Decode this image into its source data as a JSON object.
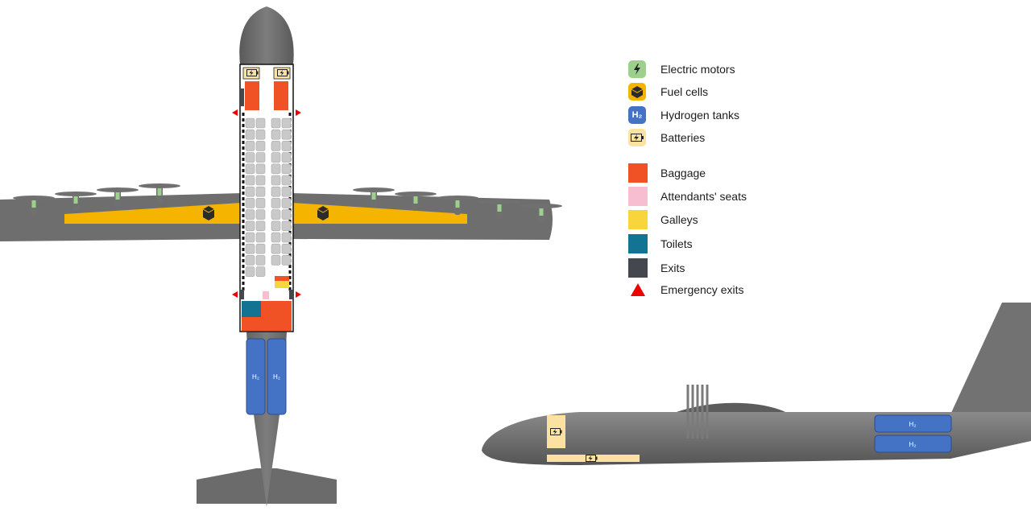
{
  "legend": {
    "components": [
      {
        "key": "electric_motors",
        "label": "Electric motors",
        "color": "#9cd08c",
        "icon": "lightning-bolt-icon"
      },
      {
        "key": "fuel_cells",
        "label": "Fuel cells",
        "color": "#f5b400",
        "icon": "fuel-cell-cube-icon"
      },
      {
        "key": "hydrogen_tanks",
        "label": "Hydrogen tanks",
        "color": "#4472c4",
        "icon": "h2-icon",
        "symbol": "H₂"
      },
      {
        "key": "batteries",
        "label": "Batteries",
        "color": "#fbe2a0",
        "icon": "battery-icon"
      }
    ],
    "areas": [
      {
        "key": "baggage",
        "label": "Baggage",
        "color": "#f05225"
      },
      {
        "key": "attendants_seats",
        "label": "Attendants' seats",
        "color": "#f7bed2"
      },
      {
        "key": "galleys",
        "label": "Galleys",
        "color": "#f9d53c"
      },
      {
        "key": "toilets",
        "label": "Toilets",
        "color": "#137392"
      },
      {
        "key": "exits",
        "label": "Exits",
        "color": "#45474f"
      }
    ],
    "emergency": {
      "label": "Emergency exits",
      "color": "#ee0000",
      "icon": "red-triangle-icon"
    }
  },
  "diagram": {
    "tank_label": "H₂",
    "fuselage_color": "#6b6b6b",
    "seat_color": "#c9c9c9",
    "wing_fuel_color": "#f5b400"
  }
}
